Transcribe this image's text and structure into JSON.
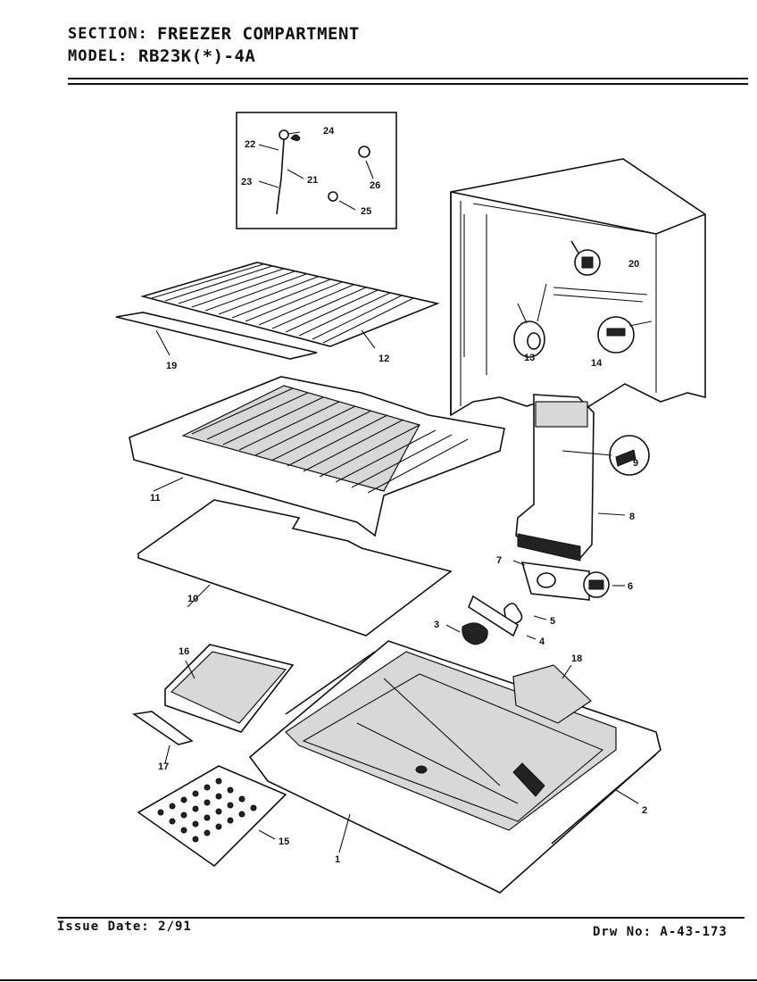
{
  "header": {
    "section_label": "SECTION:",
    "section_value": "FREEZER COMPARTMENT",
    "model_label": "MODEL:",
    "model_value": "RB23K(*)-4A"
  },
  "footer": {
    "issue_date": "Issue Date: 2/91",
    "drawing_number": "Drw No: A-43-173"
  },
  "callouts": [
    "24",
    "22",
    "21",
    "23",
    "26",
    "25",
    "20",
    "13",
    "14",
    "12",
    "19",
    "11",
    "9",
    "8",
    "10",
    "7",
    "6",
    "5",
    "3",
    "4",
    "16",
    "18",
    "17",
    "2",
    "1",
    "15"
  ]
}
